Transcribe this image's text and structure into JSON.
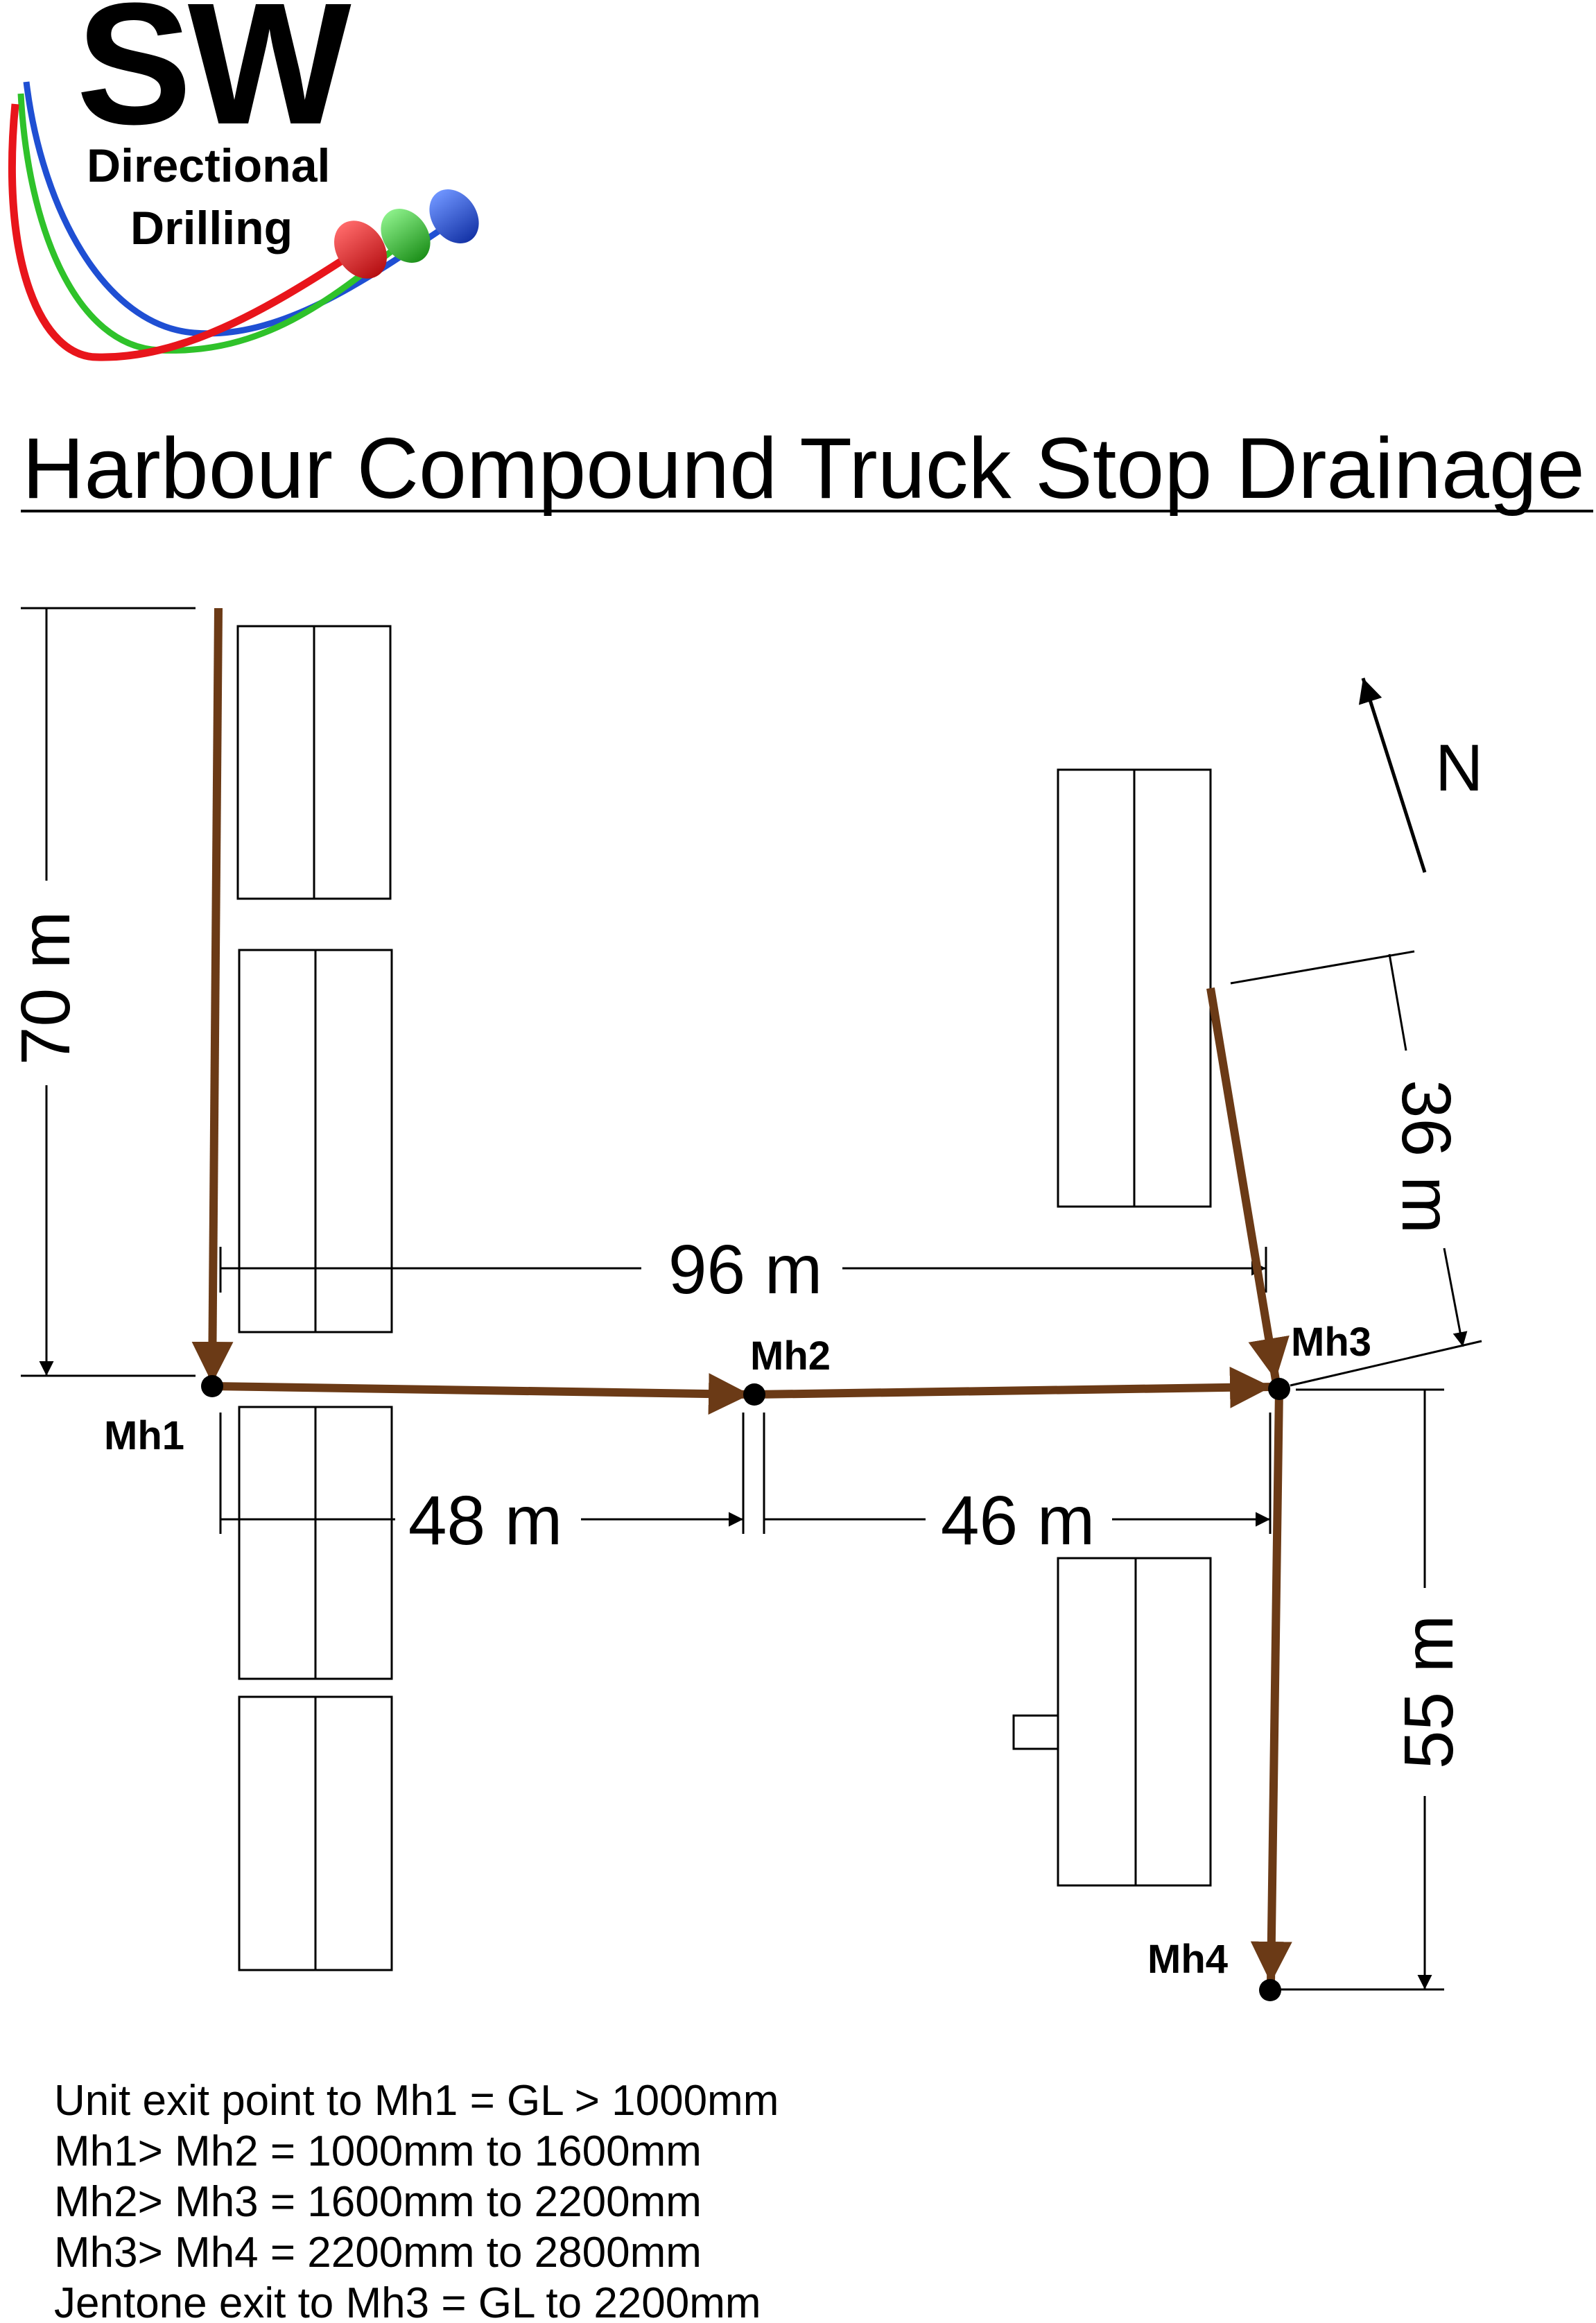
{
  "logo": {
    "letters": "SW",
    "line1": "Directional",
    "line2": "Drilling",
    "colors": [
      "#e8151b",
      "#2fc22a",
      "#1f4fd3"
    ]
  },
  "title": "Harbour Compound Truck Stop Drainage",
  "north_label": "N",
  "pipe_color": "#6b3a16",
  "manholes": [
    {
      "id": "mh1",
      "label": "Mh1"
    },
    {
      "id": "mh2",
      "label": "Mh2"
    },
    {
      "id": "mh3",
      "label": "Mh3"
    },
    {
      "id": "mh4",
      "label": "Mh4"
    }
  ],
  "dimensions": {
    "d70": "70 m",
    "d96": "96 m",
    "d48": "48 m",
    "d46": "46 m",
    "d36": "36 m",
    "d55": "55 m"
  },
  "notes": [
    "Unit exit point to Mh1 = GL > 1000mm",
    "Mh1> Mh2 = 1000mm to 1600mm",
    "Mh2> Mh3 = 1600mm to 2200mm",
    "Mh3> Mh4 = 2200mm to 2800mm",
    "Jentone exit to Mh3 = GL to 2200mm"
  ]
}
